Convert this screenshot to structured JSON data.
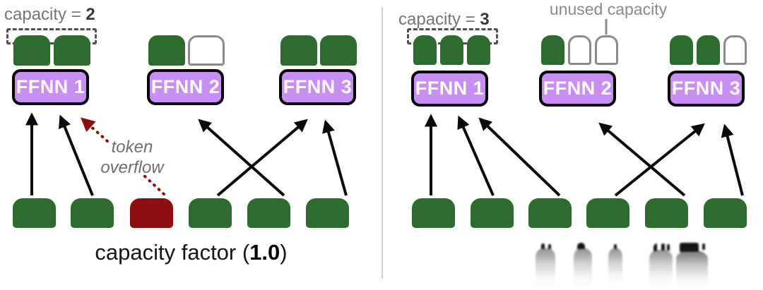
{
  "colors": {
    "token-green": "#2d6b2e",
    "overflow-red": "#8c0f0f",
    "expert-purple": "#c98ef3",
    "empty-border": "#8a8a8a",
    "label-gray": "#757575",
    "arrow-black": "#0a0a0a"
  },
  "left": {
    "capacity_label": "capacity = ",
    "capacity_value": "2",
    "experts": [
      {
        "name": "FFNN 1",
        "slots": [
          "filled",
          "filled"
        ]
      },
      {
        "name": "FFNN 2",
        "slots": [
          "filled",
          "empty"
        ]
      },
      {
        "name": "FFNN 3",
        "slots": [
          "filled",
          "filled"
        ]
      }
    ],
    "tokens": [
      "routed",
      "routed",
      "overflow",
      "routed",
      "routed",
      "routed"
    ],
    "overflow_label": {
      "line1": "token",
      "line2": "overflow"
    },
    "caption": {
      "prefix": "capacity factor (",
      "value": "1.0",
      "suffix": ")"
    }
  },
  "right": {
    "capacity_label": "capacity = ",
    "capacity_value": "3",
    "unused_label": "unused capacity",
    "experts": [
      {
        "name": "FFNN 1",
        "slots": [
          "filled",
          "filled",
          "filled"
        ]
      },
      {
        "name": "FFNN 2",
        "slots": [
          "filled",
          "empty",
          "empty"
        ]
      },
      {
        "name": "FFNN 3",
        "slots": [
          "filled",
          "filled",
          "empty"
        ]
      }
    ],
    "tokens": [
      "routed",
      "routed",
      "routed",
      "routed",
      "routed",
      "routed"
    ]
  }
}
